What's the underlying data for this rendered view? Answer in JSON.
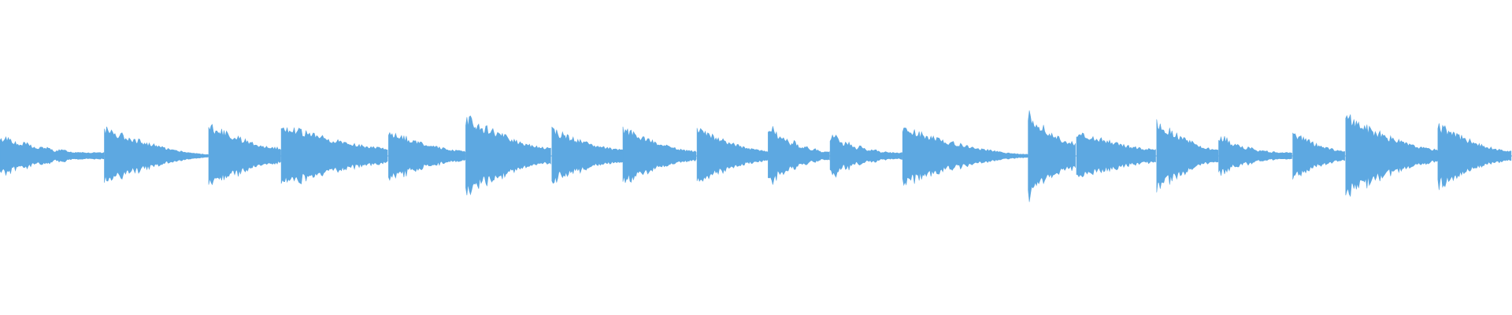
{
  "waveform": {
    "color": "#5DA8E1",
    "segments": [
      {
        "start": 0.0,
        "end": 0.069,
        "peak": 0.14,
        "tail": 0.02,
        "style": "wobble"
      },
      {
        "start": 0.069,
        "end": 0.138,
        "peak": 0.18,
        "tail": 0.01,
        "style": "decay"
      },
      {
        "start": 0.138,
        "end": 0.186,
        "peak": 0.2,
        "tail": 0.05,
        "style": "decay"
      },
      {
        "start": 0.186,
        "end": 0.257,
        "peak": 0.2,
        "tail": 0.05,
        "style": "decay"
      },
      {
        "start": 0.257,
        "end": 0.308,
        "peak": 0.16,
        "tail": 0.03,
        "style": "decay"
      },
      {
        "start": 0.308,
        "end": 0.365,
        "peak": 0.25,
        "tail": 0.05,
        "style": "decay"
      },
      {
        "start": 0.365,
        "end": 0.412,
        "peak": 0.17,
        "tail": 0.04,
        "style": "decay"
      },
      {
        "start": 0.412,
        "end": 0.461,
        "peak": 0.18,
        "tail": 0.03,
        "style": "decay"
      },
      {
        "start": 0.461,
        "end": 0.508,
        "peak": 0.18,
        "tail": 0.03,
        "style": "decay"
      },
      {
        "start": 0.508,
        "end": 0.549,
        "peak": 0.23,
        "tail": 0.02,
        "style": "wobble"
      },
      {
        "start": 0.549,
        "end": 0.597,
        "peak": 0.15,
        "tail": 0.02,
        "style": "wobble"
      },
      {
        "start": 0.597,
        "end": 0.68,
        "peak": 0.18,
        "tail": 0.01,
        "style": "decay"
      },
      {
        "start": 0.68,
        "end": 0.712,
        "peak": 0.28,
        "tail": 0.08,
        "style": "decay"
      },
      {
        "start": 0.712,
        "end": 0.765,
        "peak": 0.16,
        "tail": 0.04,
        "style": "decay"
      },
      {
        "start": 0.765,
        "end": 0.806,
        "peak": 0.22,
        "tail": 0.04,
        "style": "decay"
      },
      {
        "start": 0.806,
        "end": 0.855,
        "peak": 0.14,
        "tail": 0.02,
        "style": "wobble"
      },
      {
        "start": 0.855,
        "end": 0.89,
        "peak": 0.15,
        "tail": 0.03,
        "style": "decay"
      },
      {
        "start": 0.89,
        "end": 0.951,
        "peak": 0.26,
        "tail": 0.04,
        "style": "decay"
      },
      {
        "start": 0.951,
        "end": 1.0,
        "peak": 0.2,
        "tail": 0.03,
        "style": "decay"
      }
    ]
  }
}
